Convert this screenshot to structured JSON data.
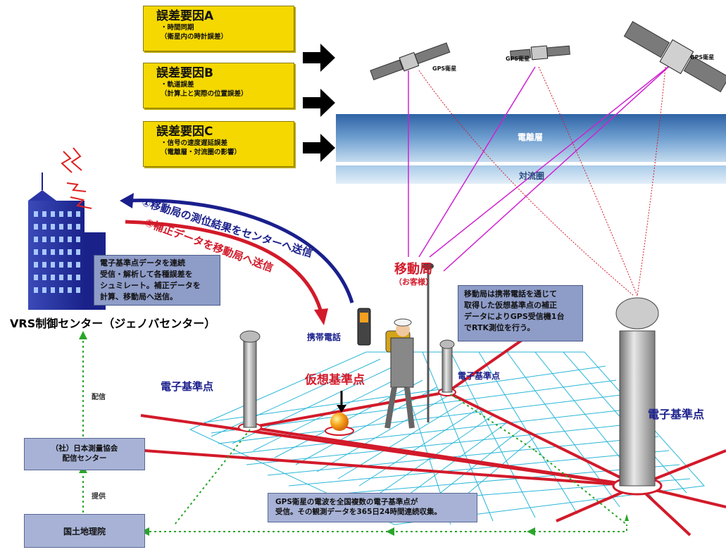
{
  "error_factors": [
    {
      "title": "誤差要因A",
      "lines": [
        "・時間同期",
        "（衛星内の時計誤差）"
      ]
    },
    {
      "title": "誤差要因B",
      "lines": [
        "・軌道誤差",
        "（計算上と実際の位置誤差）"
      ]
    },
    {
      "title": "誤差要因C",
      "lines": [
        "・信号の速度遅延誤差",
        "（電離層・対流圏の影響）"
      ]
    }
  ],
  "satellites": [
    "GPS衛星",
    "GPS衛星",
    "GPS衛星"
  ],
  "atmosphere": {
    "ionosphere": "電離層",
    "troposphere": "対流圏"
  },
  "flows": {
    "to_center": "①移動局の測位結果をセンターへ送信",
    "to_rover": "②補正データを移動局へ送信"
  },
  "center": {
    "label": "VRS制御センター（ジェノバセンター）",
    "note": [
      "電子基準点データを連続",
      "受信・解析して各種誤差を",
      "シュミレート。補正データを",
      "計算、移動局へ送信。"
    ]
  },
  "rover": {
    "label": "移動局",
    "sub": "（お客様）",
    "phone": "携帯電話",
    "note": [
      "移動局は携帯電話を通じて",
      "取得した仮想基準点の補正",
      "データによりGPS受信機1台",
      "でRTK測位を行う。"
    ]
  },
  "virtual_point": "仮想基準点",
  "reference_points": [
    "電子基準点",
    "電子基準点",
    "電子基準点"
  ],
  "org": {
    "distributor": [
      "（社）日本測量協会",
      "配信センター"
    ],
    "gsi": "国土地理院",
    "distribute": "配信",
    "provide": "提供"
  },
  "gps_note": [
    "GPS衛星の電波を全国複数の電子基準点が",
    "受信。その観測データを365日24時間連続収集。"
  ],
  "colors": {
    "yellow": "#f5d800",
    "navy": "#1a1f8c",
    "red": "#d21a2a",
    "cyan": "#1fb8d6",
    "magenta": "#d020d0",
    "green": "#2aa52a"
  }
}
